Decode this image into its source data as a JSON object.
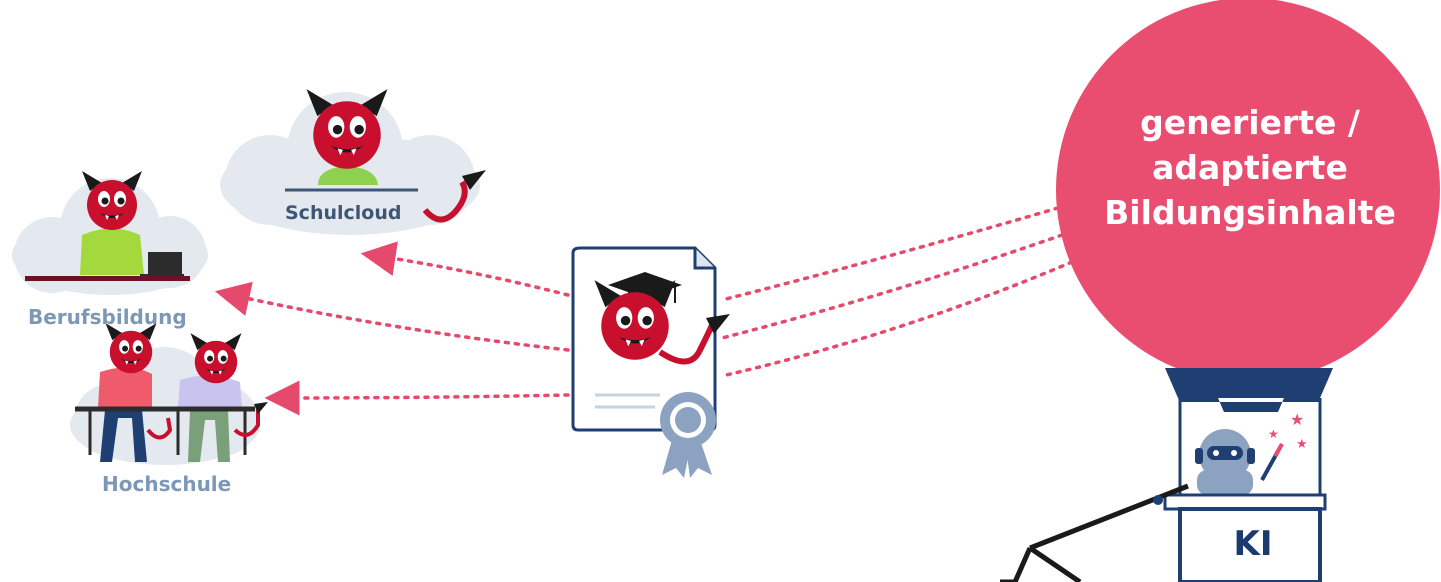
{
  "labels": {
    "schulcloud": "Schulcloud",
    "berufsbildung": "Berufsbildung",
    "hochschule": "Hochschule",
    "ki": "KI"
  },
  "balloon": {
    "lines": [
      "generierte /",
      "adaptierte",
      "Bildungsinhalte"
    ]
  },
  "icons": [
    "devil-mascot-icon",
    "graduation-cap-icon",
    "certificate-icon",
    "rosette-icon",
    "robot-icon",
    "magic-wand-icon",
    "laptop-icon",
    "cloud-icon"
  ],
  "colors": {
    "balloon": "#e94d70",
    "arrows": "#e54a6d",
    "navy": "#1f3f73",
    "cloud": "#e4e9f0",
    "devil": "#c8102e",
    "label_gray": "#7d97b6"
  }
}
